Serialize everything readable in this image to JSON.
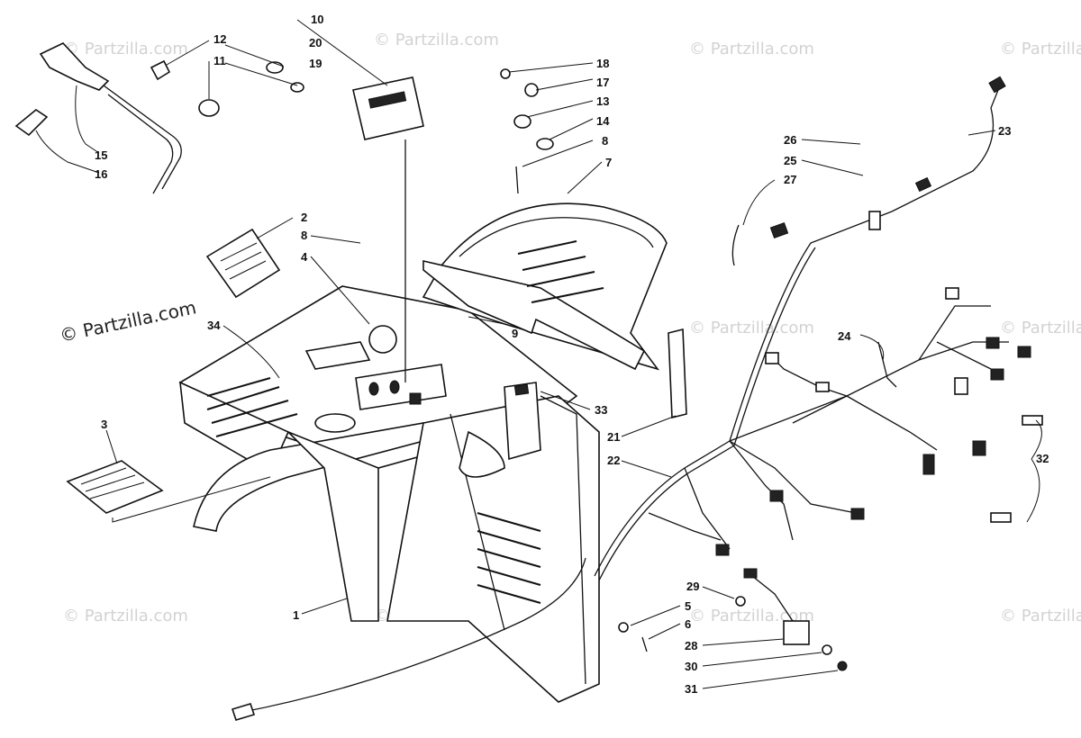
{
  "watermarks": {
    "faint": "© Partzilla.com",
    "strong": "© Partzilla.com"
  },
  "labels": {
    "p1": "1",
    "p2": "2",
    "p3": "3",
    "p4": "4",
    "p5": "5",
    "p6": "6",
    "p7": "7",
    "p8a": "8",
    "p8b": "8",
    "p9": "9",
    "p10": "10",
    "p11": "11",
    "p12": "12",
    "p13": "13",
    "p14": "14",
    "p15": "15",
    "p16": "16",
    "p17": "17",
    "p18": "18",
    "p19": "19",
    "p20": "20",
    "p21": "21",
    "p22": "22",
    "p23": "23",
    "p24": "24",
    "p25": "25",
    "p26": "26",
    "p27": "27",
    "p28": "28",
    "p29": "29",
    "p30": "30",
    "p31": "31",
    "p32": "32",
    "p33": "33",
    "p34": "34"
  }
}
